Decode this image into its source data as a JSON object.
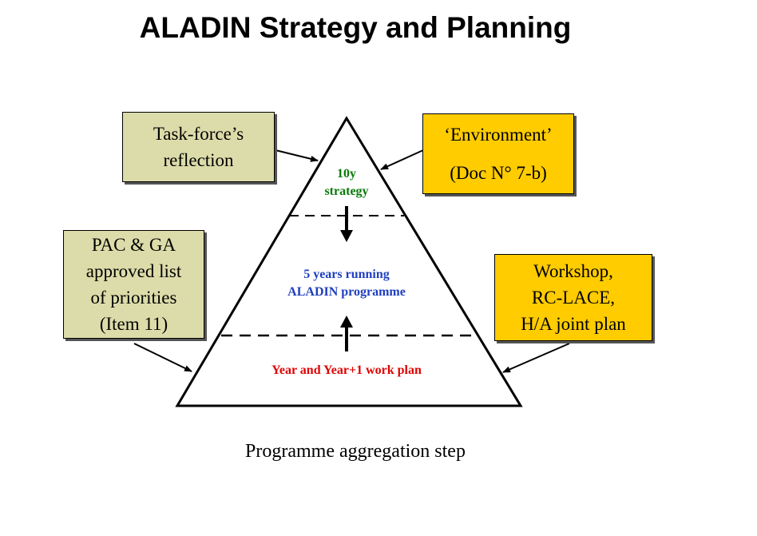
{
  "title": "ALADIN Strategy and Planning",
  "boxes": {
    "taskforce": [
      "Task-force’s",
      "reflection"
    ],
    "environment": [
      "‘Environment’",
      "(Doc N° 7-b)"
    ],
    "pac": [
      "PAC & GA",
      "approved list",
      "of priorities",
      "(Item 11)"
    ],
    "workshop": [
      "Workshop,",
      "RC-LACE,",
      "H/A joint plan"
    ]
  },
  "pyramid": {
    "top": [
      "10y",
      "strategy"
    ],
    "middle": [
      "5 years running",
      "ALADIN programme"
    ],
    "bottom": "Year and Year+1 work plan"
  },
  "caption": "Programme aggregation step",
  "colors": {
    "olive_box": "#dcdcaa",
    "gold_box": "#ffcc00",
    "top_label": "#0a7a0a",
    "middle_label": "#1f3fbf",
    "bottom_label": "#e00000"
  }
}
